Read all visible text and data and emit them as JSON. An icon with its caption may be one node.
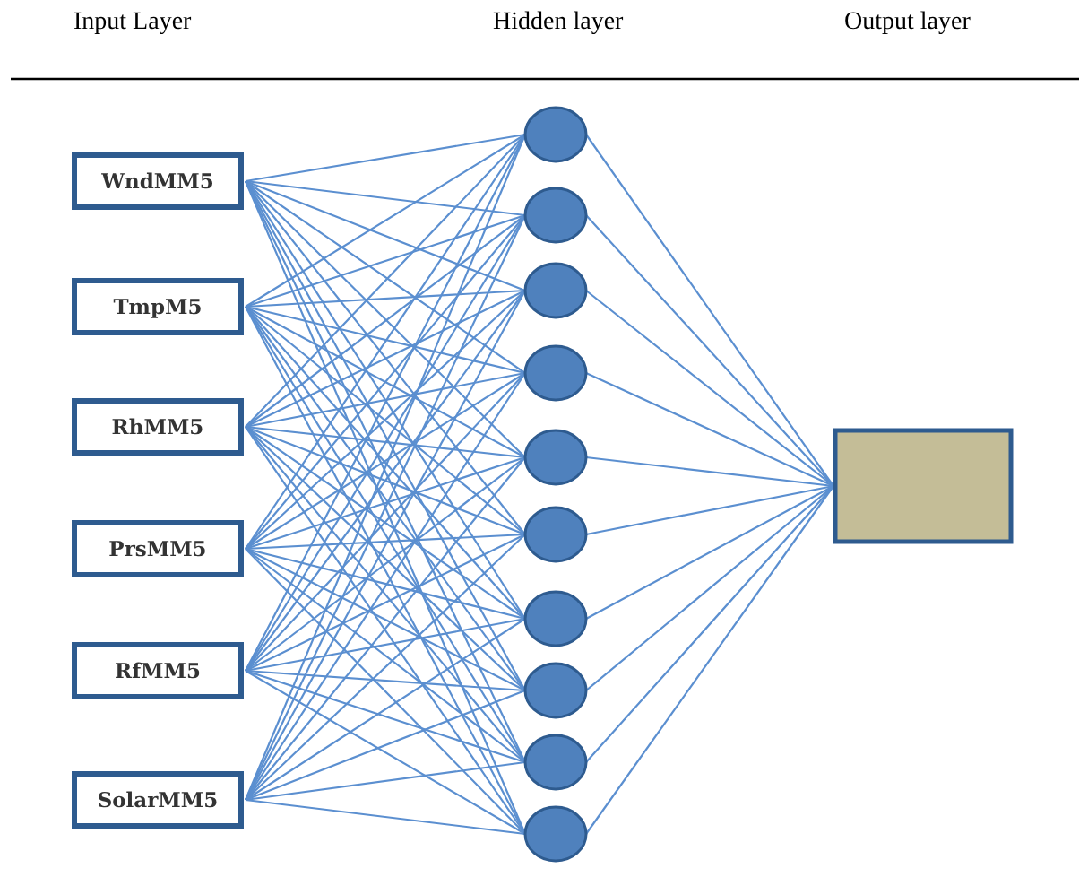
{
  "diagram": {
    "nodes": [
      {
        "text": [
          "WndMM5"
        ]
      },
      {
        "text": [
          "TmpM5"
        ]
      },
      {
        "text": [
          "RhMM5"
        ]
      },
      {
        "text": [
          "PrsMM5"
        ]
      },
      {
        "text": [
          "RfMM5"
        ]
      },
      {
        "text": [
          "SolarMM5"
        ]
      },
      {
        "text": [],
        "shape": "circle"
      },
      {
        "text": [],
        "shape": "circle"
      },
      {
        "text": [],
        "shape": "circle"
      },
      {
        "text": [],
        "shape": "circle"
      },
      {
        "text": [],
        "shape": "circle"
      },
      {
        "text": [],
        "shape": "circle"
      },
      {
        "text": [],
        "shape": "circle"
      },
      {
        "text": [],
        "shape": "circle"
      },
      {
        "text": [],
        "shape": "circle"
      },
      {
        "text": [],
        "shape": "circle"
      },
      {
        "text": [],
        "shape": "box"
      }
    ],
    "edges": [
      {
        "from": 0,
        "to": 6,
        "arrow": "none"
      },
      {
        "from": 0,
        "to": 7,
        "arrow": "none"
      },
      {
        "from": 0,
        "to": 8,
        "arrow": "none"
      },
      {
        "from": 0,
        "to": 9,
        "arrow": "none"
      },
      {
        "from": 0,
        "to": 10,
        "arrow": "none"
      },
      {
        "from": 0,
        "to": 11,
        "arrow": "none"
      },
      {
        "from": 0,
        "to": 12,
        "arrow": "none"
      },
      {
        "from": 0,
        "to": 13,
        "arrow": "none"
      },
      {
        "from": 0,
        "to": 14,
        "arrow": "none"
      },
      {
        "from": 0,
        "to": 15,
        "arrow": "none"
      },
      {
        "from": 1,
        "to": 6,
        "arrow": "none"
      },
      {
        "from": 1,
        "to": 7,
        "arrow": "none"
      },
      {
        "from": 1,
        "to": 8,
        "arrow": "none"
      },
      {
        "from": 1,
        "to": 9,
        "arrow": "none"
      },
      {
        "from": 1,
        "to": 10,
        "arrow": "none"
      },
      {
        "from": 1,
        "to": 11,
        "arrow": "none"
      },
      {
        "from": 1,
        "to": 12,
        "arrow": "none"
      },
      {
        "from": 1,
        "to": 13,
        "arrow": "none"
      },
      {
        "from": 1,
        "to": 14,
        "arrow": "none"
      },
      {
        "from": 1,
        "to": 15,
        "arrow": "none"
      },
      {
        "from": 2,
        "to": 6,
        "arrow": "none"
      },
      {
        "from": 2,
        "to": 7,
        "arrow": "none"
      },
      {
        "from": 2,
        "to": 8,
        "arrow": "none"
      },
      {
        "from": 2,
        "to": 9,
        "arrow": "none"
      },
      {
        "from": 2,
        "to": 10,
        "arrow": "none"
      },
      {
        "from": 2,
        "to": 11,
        "arrow": "none"
      },
      {
        "from": 2,
        "to": 12,
        "arrow": "none"
      },
      {
        "from": 2,
        "to": 13,
        "arrow": "none"
      },
      {
        "from": 2,
        "to": 14,
        "arrow": "none"
      },
      {
        "from": 2,
        "to": 15,
        "arrow": "none"
      },
      {
        "from": 3,
        "to": 6,
        "arrow": "none"
      },
      {
        "from": 3,
        "to": 7,
        "arrow": "none"
      },
      {
        "from": 3,
        "to": 8,
        "arrow": "none"
      },
      {
        "from": 3,
        "to": 9,
        "arrow": "none"
      },
      {
        "from": 3,
        "to": 10,
        "arrow": "none"
      },
      {
        "from": 3,
        "to": 11,
        "arrow": "none"
      },
      {
        "from": 3,
        "to": 12,
        "arrow": "none"
      },
      {
        "from": 3,
        "to": 13,
        "arrow": "none"
      },
      {
        "from": 3,
        "to": 14,
        "arrow": "none"
      },
      {
        "from": 3,
        "to": 15,
        "arrow": "none"
      },
      {
        "from": 4,
        "to": 6,
        "arrow": "none"
      },
      {
        "from": 4,
        "to": 7,
        "arrow": "none"
      },
      {
        "from": 4,
        "to": 8,
        "arrow": "none"
      },
      {
        "from": 4,
        "to": 9,
        "arrow": "none"
      },
      {
        "from": 4,
        "to": 10,
        "arrow": "none"
      },
      {
        "from": 4,
        "to": 11,
        "arrow": "none"
      },
      {
        "from": 4,
        "to": 12,
        "arrow": "none"
      },
      {
        "from": 4,
        "to": 13,
        "arrow": "none"
      },
      {
        "from": 4,
        "to": 14,
        "arrow": "none"
      },
      {
        "from": 4,
        "to": 15,
        "arrow": "none"
      },
      {
        "from": 5,
        "to": 6,
        "arrow": "none"
      },
      {
        "from": 5,
        "to": 7,
        "arrow": "none"
      },
      {
        "from": 5,
        "to": 8,
        "arrow": "none"
      },
      {
        "from": 5,
        "to": 9,
        "arrow": "none"
      },
      {
        "from": 5,
        "to": 10,
        "arrow": "none"
      },
      {
        "from": 5,
        "to": 11,
        "arrow": "none"
      },
      {
        "from": 5,
        "to": 12,
        "arrow": "none"
      },
      {
        "from": 5,
        "to": 13,
        "arrow": "none"
      },
      {
        "from": 5,
        "to": 14,
        "arrow": "none"
      },
      {
        "from": 5,
        "to": 15,
        "arrow": "none"
      },
      {
        "from": 6,
        "to": 16,
        "arrow": "none"
      },
      {
        "from": 7,
        "to": 16,
        "arrow": "none"
      },
      {
        "from": 8,
        "to": 16,
        "arrow": "none"
      },
      {
        "from": 9,
        "to": 16,
        "arrow": "none"
      },
      {
        "from": 10,
        "to": 16,
        "arrow": "none"
      },
      {
        "from": 11,
        "to": 16,
        "arrow": "none"
      },
      {
        "from": 12,
        "to": 16,
        "arrow": "none"
      },
      {
        "from": 13,
        "to": 16,
        "arrow": "none"
      },
      {
        "from": 14,
        "to": 16,
        "arrow": "none"
      },
      {
        "from": 15,
        "to": 16,
        "arrow": "none"
      }
    ],
    "labels": [
      "Input Layer",
      "Hidden layer",
      "Output layer"
    ]
  }
}
